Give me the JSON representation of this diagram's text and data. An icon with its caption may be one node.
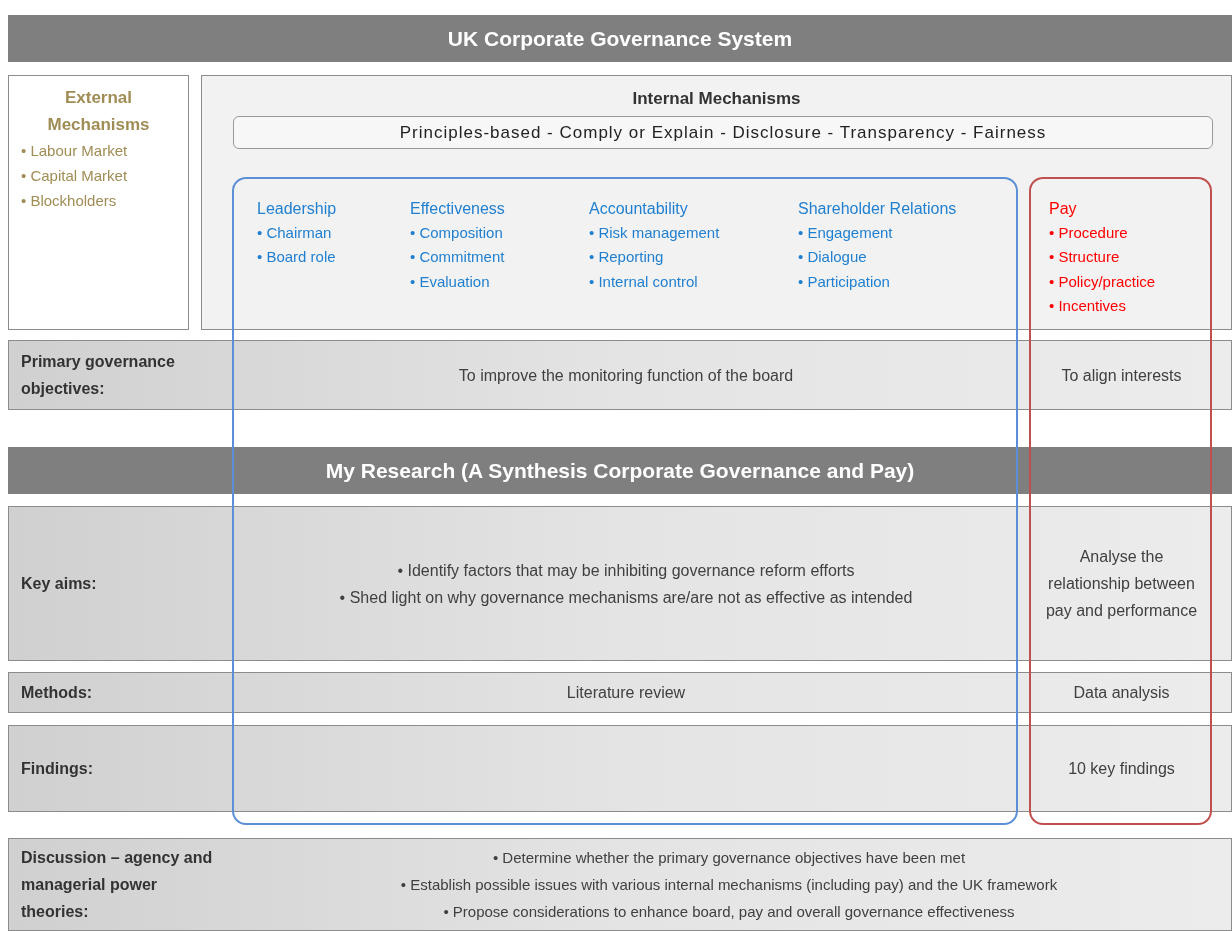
{
  "diagram": {
    "nodes": [
      {
        "text": [
          "UK Corporate Governance System"
        ]
      },
      {
        "text": [
          "External Mechanisms",
          "• Labour Market",
          "• Capital Market",
          "• Blockholders"
        ]
      },
      {
        "text": [
          "Internal Mechanisms"
        ]
      },
      {
        "text": [
          "Principles-based - Comply or Explain - Disclosure - Transparency - Fairness"
        ],
        "in": 2
      },
      {
        "text": [
          "Primary governance objectives:",
          "To improve the monitoring function of the board",
          "To align interests"
        ]
      },
      {
        "text": [
          "My Research (A Synthesis Corporate Governance and Pay)"
        ]
      },
      {
        "text": [
          "Key aims:",
          "• Identify factors that may be inhibiting governance reform efforts",
          "• Shed light on why governance mechanisms are/are not as effective as intended",
          "Analyse the relationship between pay and performance"
        ]
      },
      {
        "text": [
          "Methods:",
          "Literature review",
          "Data analysis"
        ]
      },
      {
        "text": [
          "Findings:",
          "10 key findings"
        ]
      },
      {
        "text": [
          "Discussion – agency and managerial power theories:",
          "• Determine whether the primary governance objectives have been met",
          "• Establish possible issues with various internal mechanisms (including pay) and the UK framework",
          "• Propose considerations to enhance board, pay and overall governance effectiveness"
        ]
      }
    ],
    "edges": [],
    "labels": [
      "Leadership",
      "• Chairman",
      "• Board role",
      "Effectiveness",
      "• Composition",
      "• Commitment",
      "• Evaluation",
      "Accountability",
      "• Risk management",
      "• Reporting",
      "• Internal control",
      "Shareholder Relations",
      "• Engagement",
      "• Dialogue",
      "• Participation",
      "Pay",
      "• Procedure",
      "• Structure",
      "• Policy/practice",
      "• Incentives"
    ]
  }
}
